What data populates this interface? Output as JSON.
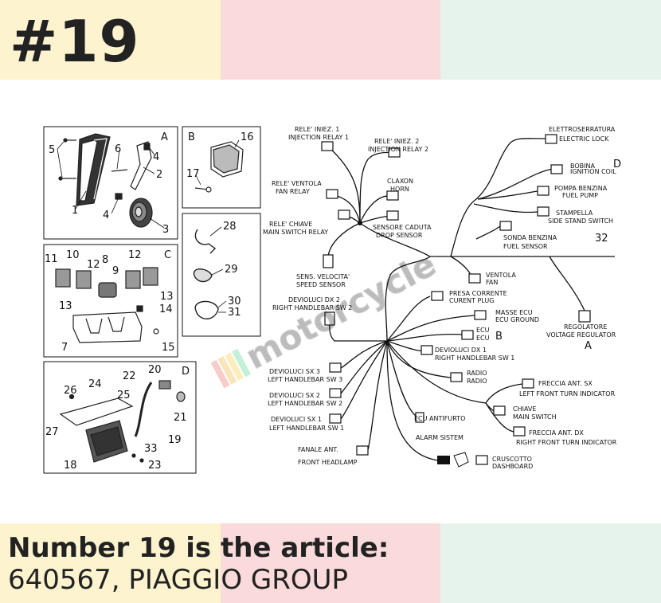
{
  "header": {
    "title": "#19"
  },
  "colors": {
    "yellow": "#fdf3cf",
    "pink": "#fadada",
    "mint": "#e5f3ec"
  },
  "watermark": "motorcycle",
  "diagram": {
    "panels": {
      "A": {
        "letter": "A",
        "parts": [
          "5",
          "6",
          "4",
          "2",
          "1",
          "4",
          "3"
        ]
      },
      "B": {
        "letter": "B",
        "parts": [
          "16",
          "17"
        ]
      },
      "clips": {
        "parts": [
          "28",
          "29",
          "30",
          "31"
        ]
      },
      "C": {
        "letter": "C",
        "parts": [
          "11",
          "10",
          "12",
          "8",
          "9",
          "12",
          "13",
          "13",
          "14",
          "7",
          "15"
        ]
      },
      "D": {
        "letter": "D",
        "parts": [
          "22",
          "20",
          "26",
          "24",
          "25",
          "27",
          "21",
          "19",
          "33",
          "18",
          "23"
        ]
      }
    },
    "connectors": {
      "rele_iniez_1": [
        "RELE' INIEZ. 1",
        "INJECTION RELAY 1"
      ],
      "rele_iniez_2": [
        "RELE' INIEZ. 2",
        "INJECTION RELAY 2"
      ],
      "rele_ventola": [
        "RELE' VENTOLA",
        "FAN RELAY"
      ],
      "claxon": [
        "CLAXON",
        "HORN"
      ],
      "rele_chiave": [
        "RELE' CHIAVE",
        "MAIN SWITCH RELAY"
      ],
      "sensore_caduta": [
        "SENSORE CADUTA",
        "DROP SENSOR"
      ],
      "sens_velocita": [
        "SENS. VELOCITA'",
        "SPEED SENSOR"
      ],
      "devioluci_dx2": [
        "DEVIOLUCI DX 2",
        "RIGHT HANDLEBAR SW 2"
      ],
      "devioluci_sx3": [
        "DEVIOLUCI SX 3",
        "LEFT HANDLEBAR SW 3"
      ],
      "devioluci_sx2": [
        "DEVIOLUCI SX 2",
        "LEFT HANDLEBAR SW 2"
      ],
      "devioluci_sx1": [
        "DEVIOLUCI SX 1",
        "LEFT HANDLEBAR SW 1"
      ],
      "fanale_ant": [
        "FANALE ANT.",
        "FRONT HEADLAMP"
      ],
      "ecu_antifurto": [
        "ECU ANTIFURTO",
        "ALARM SISTEM"
      ],
      "elettroserratura": [
        "ELETTROSERRATURA",
        "ELECTRIC LOCK"
      ],
      "bobina": [
        "BOBINA",
        "IGNITION COIL"
      ],
      "pompa_benzina": [
        "POMPA BENZINA",
        "FUEL PUMP"
      ],
      "stampella": [
        "STAMPELLA",
        "SIDE STAND SWITCH"
      ],
      "sonda_benzina": [
        "SONDA BENZINA",
        "FUEL SENSOR"
      ],
      "ventola": [
        "VENTOLA",
        "FAN"
      ],
      "presa_corrente": [
        "PRESA CORRENTE",
        "CURENT PLUG"
      ],
      "masse_ecu": [
        "MASSE ECU",
        "ECU GROUND"
      ],
      "ecu": [
        "ECU",
        "ECU"
      ],
      "devioluci_dx1": [
        "DEVIOLUCI DX 1",
        "RIGHT HANDLEBAR SW 1"
      ],
      "radio": [
        "RADIO",
        "RADIO"
      ],
      "freccia_sx": [
        "FRECCIA ANT. SX",
        "LEFT FRONT TURN INDICATOR"
      ],
      "chiave": [
        "CHIAVE",
        "MAIN SWITCH"
      ],
      "freccia_dx": [
        "FRECCIA ANT. DX",
        "RIGHT FRONT TURN INDICATOR"
      ],
      "cruscotto": [
        "CRUSCOTTO",
        "DASHBOARD"
      ],
      "regolatore": [
        "REGOLATORE",
        "VOLTAGE REGULATOR"
      ]
    },
    "refs": {
      "harness_num": "32",
      "bobina_ref": "D",
      "ecu_ref": "B",
      "regolatore_ref": "A"
    }
  },
  "footer": {
    "line1": "Number 19 is the article:",
    "line2": "640567, PIAGGIO GROUP"
  }
}
